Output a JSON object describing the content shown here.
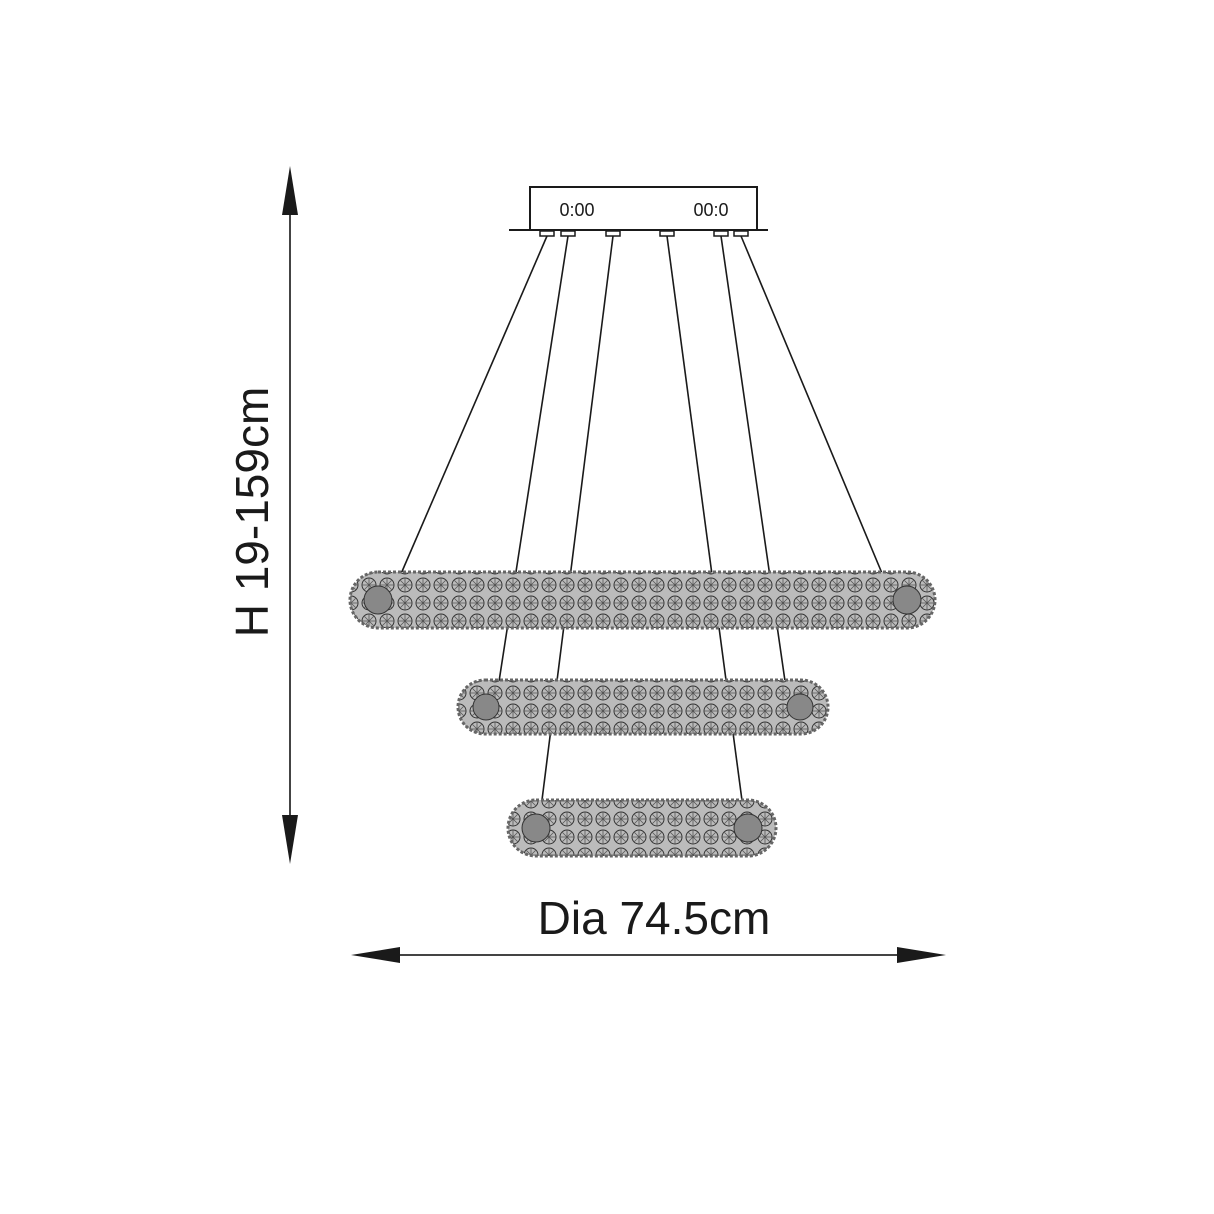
{
  "diagram": {
    "type": "product-dimension-drawing",
    "subject": "three-tier ring crystal pendant",
    "height_label": "H 19-159cm",
    "width_label": "Dia 74.5cm",
    "canopy_text_left": "0:00",
    "canopy_text_right": "00:0",
    "tiers": 3,
    "suspension_wires": 6,
    "colors": {
      "line": "#1a1a1a",
      "ring": "#555555",
      "background": "#ffffff"
    }
  }
}
